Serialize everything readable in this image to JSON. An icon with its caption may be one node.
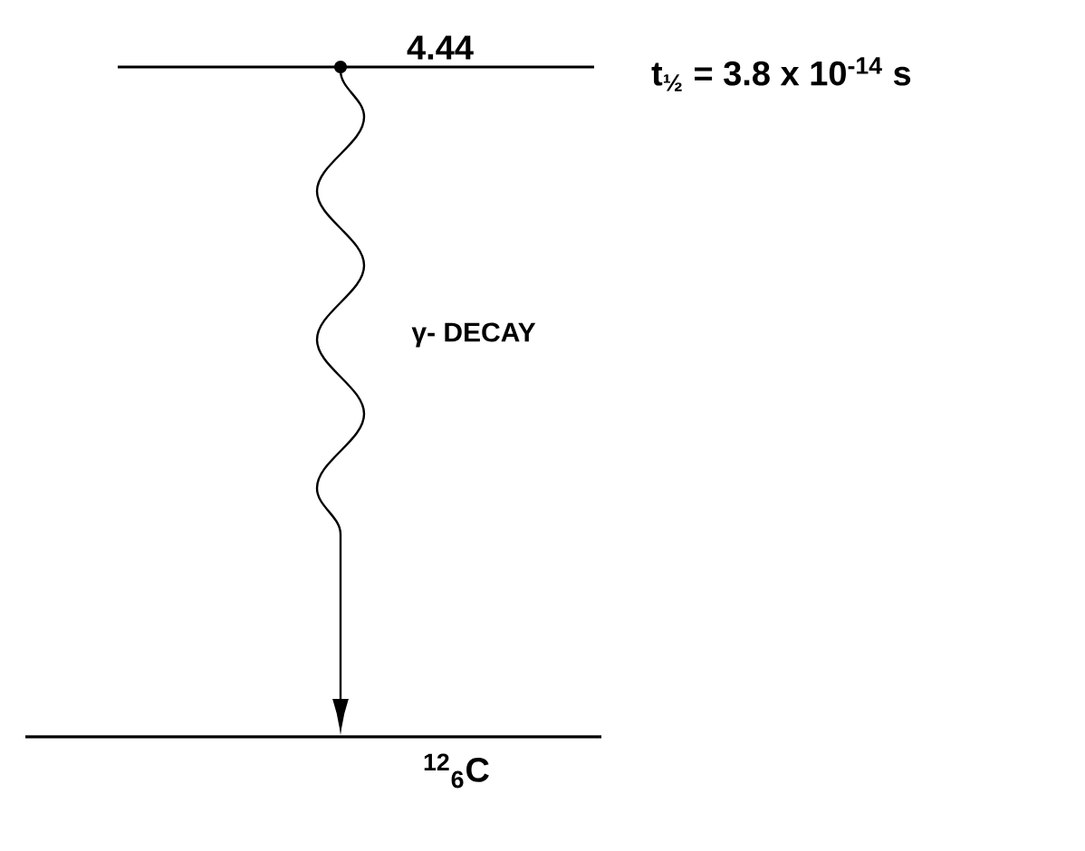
{
  "diagram": {
    "nodes": [
      {
        "text": [
          "4.44"
        ],
        "beside": [
          "t$_{½}$ = 3.8 x 10$^{-14}$ s"
        ]
      },
      {
        "text": [
          "$^{12}$$_{6}$C"
        ]
      }
    ],
    "edges": [
      {
        "from": 0,
        "to": 1,
        "arrow": "to",
        "label": "γ- DECAY"
      }
    ]
  }
}
